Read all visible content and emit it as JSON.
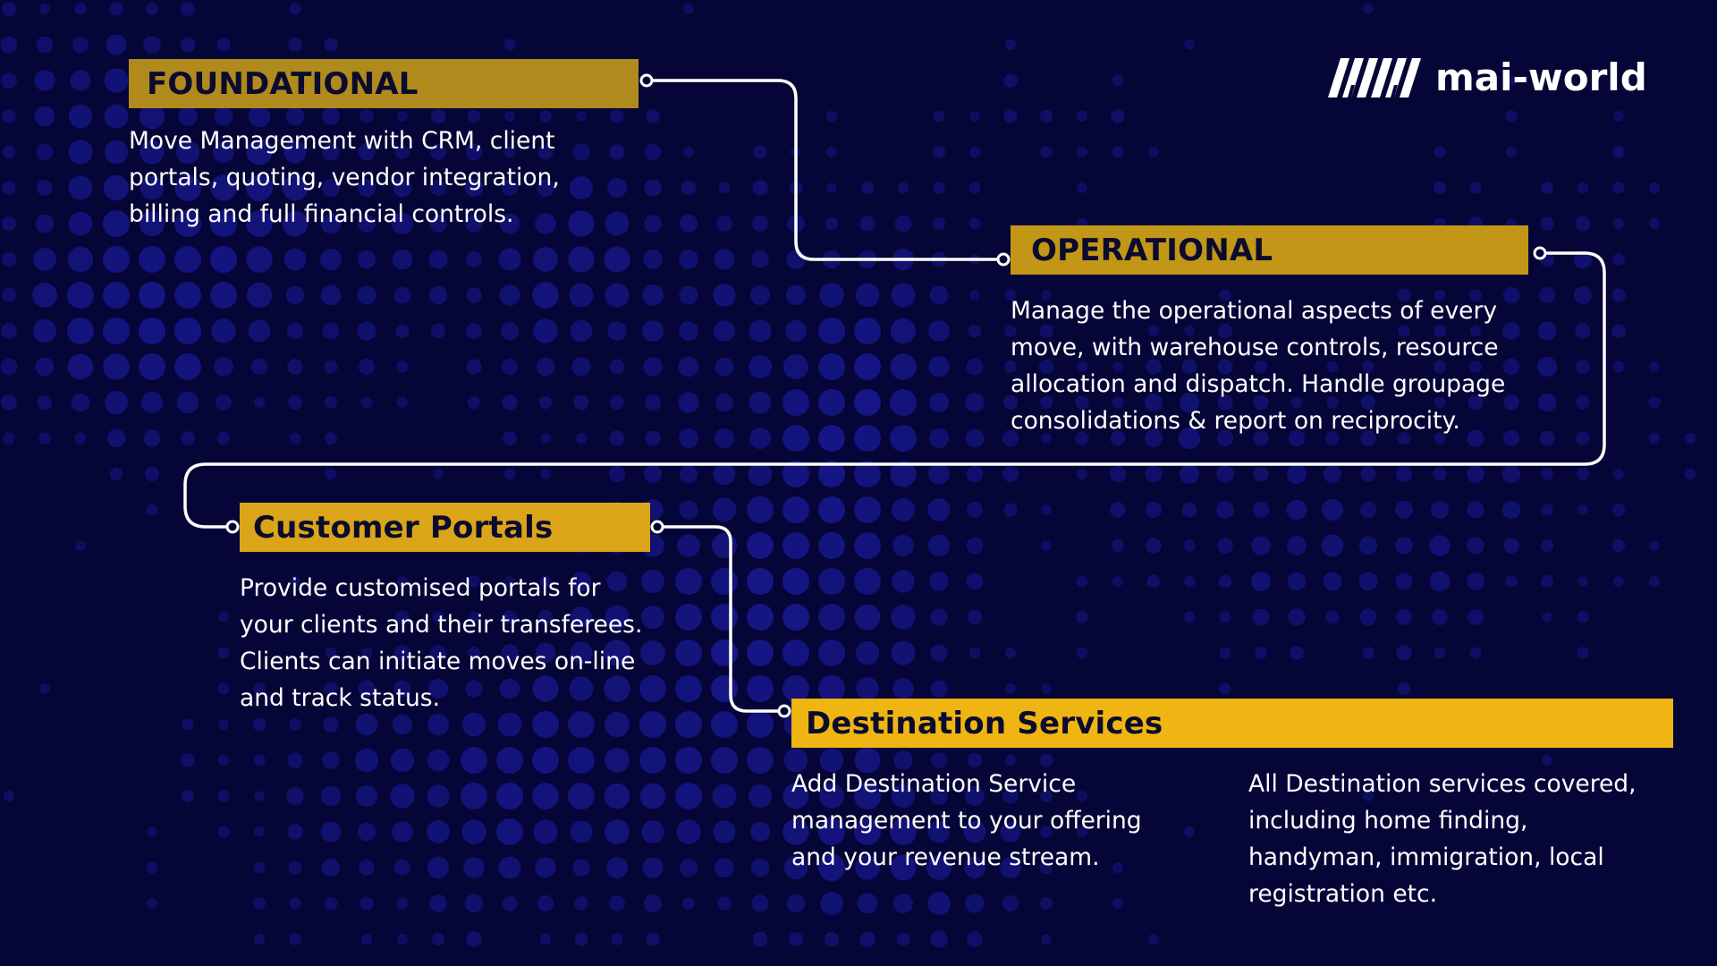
{
  "brand": {
    "name": "mai-world",
    "logo_icon": "mai-world-logo-icon"
  },
  "colors": {
    "background": "#050537",
    "dots": "#17178a",
    "banner_foundational": "#b08a1d",
    "banner_operational": "#c29616",
    "banner_customer_portals": "#daa518",
    "banner_destination_services": "#efb512",
    "banner_text": "#0b0b2e",
    "connector": "#ffffff"
  },
  "steps": {
    "foundational": {
      "title": "FOUNDATIONAL",
      "lines": [
        "Move Management with CRM, client",
        "portals, quoting, vendor integration,",
        "billing and full financial controls."
      ]
    },
    "operational": {
      "title": "OPERATIONAL",
      "lines": [
        "Manage the operational aspects of every",
        "move, with warehouse controls, resource",
        "allocation and dispatch. Handle groupage",
        "consolidations & report on reciprocity."
      ]
    },
    "customer_portals": {
      "title": "Customer Portals",
      "lines": [
        "Provide customised portals for",
        "your clients and their transferees.",
        "Clients can initiate moves on-line",
        "and track status."
      ]
    },
    "destination_services": {
      "title": "Destination Services",
      "left_lines": [
        "Add Destination Service",
        "management to your offering",
        "and your revenue stream."
      ],
      "right_lines": [
        "All Destination services covered,",
        "including home finding,",
        "handyman, immigration, local",
        "registration etc."
      ]
    }
  }
}
